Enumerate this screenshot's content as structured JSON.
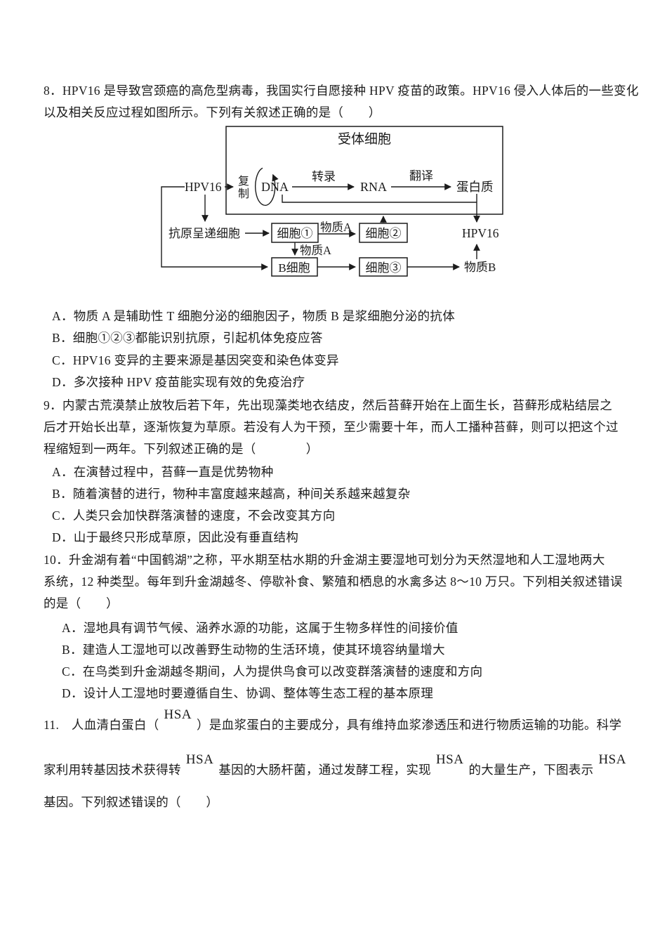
{
  "page": {
    "background": "#ffffff",
    "text_color": "#1c1c1c"
  },
  "q8": {
    "line1": "8．HPV16 是导致宫颈癌的高危型病毒，我国实行自愿接种 HPV 疫苗的政策。HPV16 侵入人体后的一些变化",
    "line2": "以及相关反应过程如图所示。下列有关叙述正确的是（　　）",
    "optionA": "A．物质 A 是辅助性 T 细胞分泌的细胞因子，物质 B 是浆细胞分泌的抗体",
    "optionB": "B．细胞①②③都能识别抗原，引起机体免疫应答",
    "optionC": "C．HPV16 变异的主要来源是基因突变和染色体变异",
    "optionD": "D．多次接种 HPV 疫苗能实现有效的免疫治疗"
  },
  "q8_diagram": {
    "receptor_cell": "受体细胞",
    "hpv16_left": "HPV16",
    "replicate_top": "复",
    "replicate_bottom": "制",
    "dna": "DNA",
    "transcription": "转录",
    "rna": "RNA",
    "translation": "翻译",
    "protein": "蛋白质",
    "apc": "抗原呈递细胞",
    "cell1": "细胞①",
    "substance_a_top": "物质A",
    "cell2": "细胞②",
    "substance_a_mid": "物质A",
    "b_cell": "B细胞",
    "cell3": "细胞③",
    "substance_b": "物质B",
    "hpv16_right": "HPV16"
  },
  "q9": {
    "line1": "9．内蒙古荒漠禁止放牧后若下年，先出现藻类地衣结皮，然后苔藓开始在上面生长，苔藓形成粘结层之",
    "line2": "后才开始长出草，逐渐恢复为草原。若没有人为干预，至少需要十年，而人工播种苔藓，则可以把这个过",
    "line3": "程缩短到一两年。下列叙述正确的是（　　　　）",
    "optionA": "A．在演替过程中，苔藓一直是优势物种",
    "optionB": "B．随着演替的进行，物种丰富度越来越高，种间关系越来越复杂",
    "optionC": "C．人类只会加快群落演替的速度，不会改变其方向",
    "optionD": "D．山于最终只形成草原，因此没有垂直结构"
  },
  "q10": {
    "line1": "10．升金湖有着“中国鹤湖”之称，平水期至枯水期的升金湖主要湿地可划分为天然湿地和人工湿地两大",
    "line2": "系统，12 种类型。每年到升金湖越冬、停歇补食、繁殖和栖息的水禽多达 8～10 万只。下列相关叙述错误",
    "line3": "的是（　　）",
    "optionA": "A．湿地具有调节气候、涵养水源的功能，这属于生物多样性的间接价值",
    "optionB": "B．建造人工湿地可以改善野生动物的生活环境，使其环境容纳量增大",
    "optionC": "C．在鸟类到升金湖越冬期间，人为提供鸟食可以改变群落演替的速度和方向",
    "optionD": "D．设计人工湿地时要遵循自生、协调、整体等生态工程的基本原理"
  },
  "q11": {
    "l1a": "11.　人血清白蛋白（",
    "l1sup": "HSA",
    "l1b": "）是血浆蛋白的主要成分，具有维持血浆渗透压和进行物质运输的功能。科学",
    "l2a": "家利用转基因技术获得转",
    "l2sup1": "HSA",
    "l2b": "基因的大肠杆菌，通过发酵工程，实现",
    "l2sup2": "HSA",
    "l2c": "的大量生产，下图表示",
    "l2sup3": "HSA",
    "l3": "基因。下列叙述错误的（　　）"
  }
}
